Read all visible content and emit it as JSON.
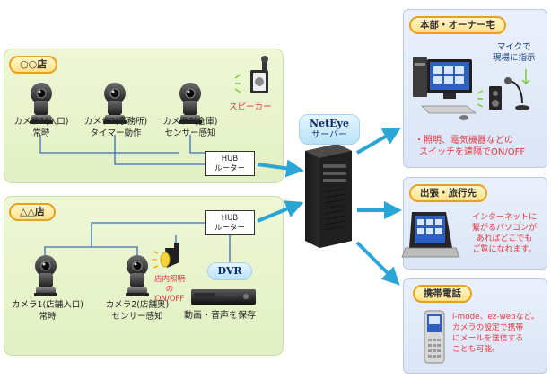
{
  "store_a": {
    "label": "○○店",
    "cameras": [
      {
        "caption_line1": "カメラ1(入口)",
        "caption_line2": "常時"
      },
      {
        "caption_line1": "カメラ2(事務所)",
        "caption_line2": "タイマー動作"
      },
      {
        "caption_line1": "カメラ3(倉庫)",
        "caption_line2": "センサー感知"
      }
    ],
    "speaker_label": "スピーカー",
    "hub": {
      "line1": "HUB",
      "line2": "ルーター"
    }
  },
  "store_b": {
    "label": "△△店",
    "cameras": [
      {
        "caption_line1": "カメラ1(店舗入口)",
        "caption_line2": "常時"
      },
      {
        "caption_line1": "カメラ2(店舗奥)",
        "caption_line2": "センサー感知"
      }
    ],
    "light_label_line1": "店内照明",
    "light_label_line2": "のON/OFF",
    "hub": {
      "line1": "HUB",
      "line2": "ルーター"
    },
    "dvr_badge": "DVR",
    "dvr_caption": "動画・音声を保存"
  },
  "server": {
    "brand": "NetEye",
    "label": "サーバー"
  },
  "head_office": {
    "label": "本部・オーナー宅",
    "mic_note_line1": "マイクで",
    "mic_note_line2": "現場に指示",
    "remote_note_line1": "・照明、電気機器などの",
    "remote_note_line2": "スイッチを遠隔でON/OFF"
  },
  "travel": {
    "label": "出張・旅行先",
    "note_line1": "インターネットに",
    "note_line2": "繋がるパソコンが",
    "note_line3": "あればどこでも",
    "note_line4": "ご覧になれます。"
  },
  "mobile": {
    "label": "携帯電話",
    "note_line1": "i-mode、ez-webなど。",
    "note_line2": "カメラの設定で携帯",
    "note_line3": "にメールを送信する",
    "note_line4": "ことも可能。"
  },
  "colors": {
    "store_panel": "#e6f2c8",
    "dest_panel": "#dfe8f7",
    "arrow": "#2aa6d6",
    "line": "#3b6fb6",
    "note_red": "#e8353b",
    "label_border": "#e8a020"
  }
}
